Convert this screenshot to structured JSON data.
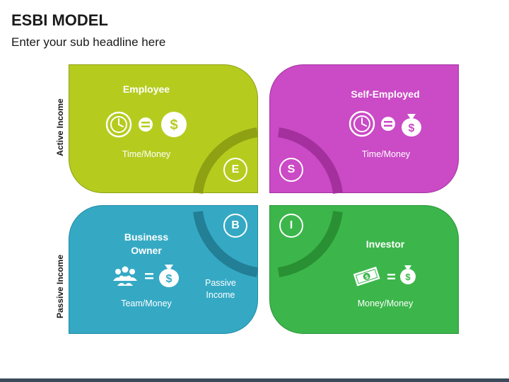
{
  "title": "ESBI MODEL",
  "subtitle": "Enter your sub headline here",
  "side_labels": {
    "top": "Active Income",
    "bottom": "Passive Income"
  },
  "quadrants": {
    "employee": {
      "title": "Employee",
      "subtitle": "Time/Money",
      "letter": "E",
      "color": "#b5cc1f"
    },
    "self_employed": {
      "title": "Self-Employed",
      "subtitle": "Time/Money",
      "letter": "S",
      "color": "#cb4ac6"
    },
    "business_owner": {
      "title_line1": "Business",
      "title_line2": "Owner",
      "subtitle": "Team/Money",
      "letter": "B",
      "color": "#35a9c4"
    },
    "investor": {
      "title": "Investor",
      "subtitle": "Money/Money",
      "letter": "I",
      "color": "#3cb64b"
    }
  },
  "passive_label": {
    "line1": "Passive",
    "line2": "Income"
  },
  "icons": {
    "employee": [
      "clock-icon",
      "equals-icon",
      "dollar-coin-icon"
    ],
    "self_employed": [
      "clock-icon",
      "equals-icon",
      "money-bag-icon"
    ],
    "business_owner": [
      "team-icon",
      "equals-icon",
      "money-bag-icon"
    ],
    "investor": [
      "banknote-icon",
      "equals-icon",
      "money-bag-icon"
    ]
  }
}
